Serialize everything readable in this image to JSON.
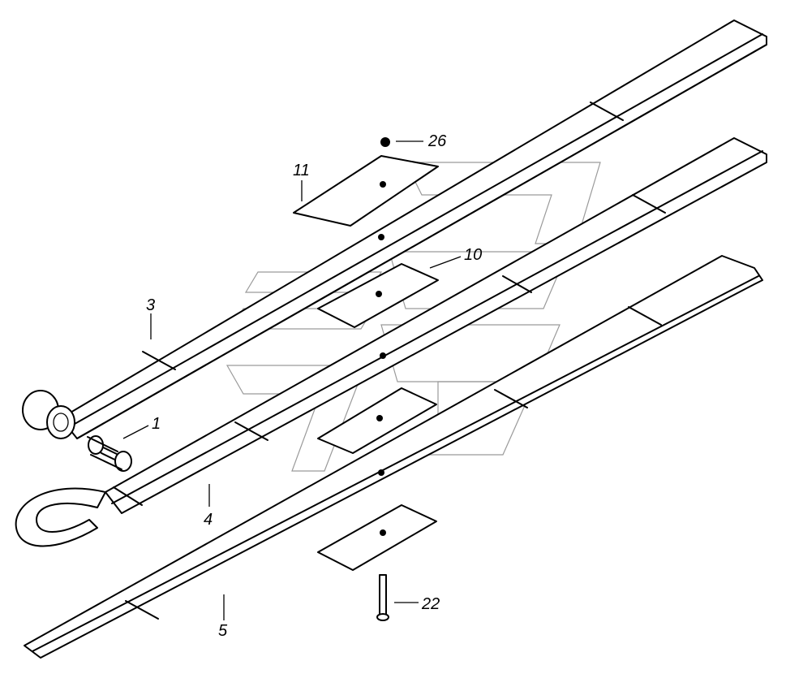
{
  "callouts": [
    {
      "id": "c1",
      "label": "1"
    },
    {
      "id": "c3",
      "label": "3"
    },
    {
      "id": "c4",
      "label": "4"
    },
    {
      "id": "c5",
      "label": "5"
    },
    {
      "id": "c10",
      "label": "10"
    },
    {
      "id": "c11",
      "label": "11"
    },
    {
      "id": "c22",
      "label": "22"
    },
    {
      "id": "c26",
      "label": "26"
    }
  ],
  "colors": {
    "line": "#000000",
    "background": "#ffffff",
    "watermark": "#9a9a9a"
  }
}
